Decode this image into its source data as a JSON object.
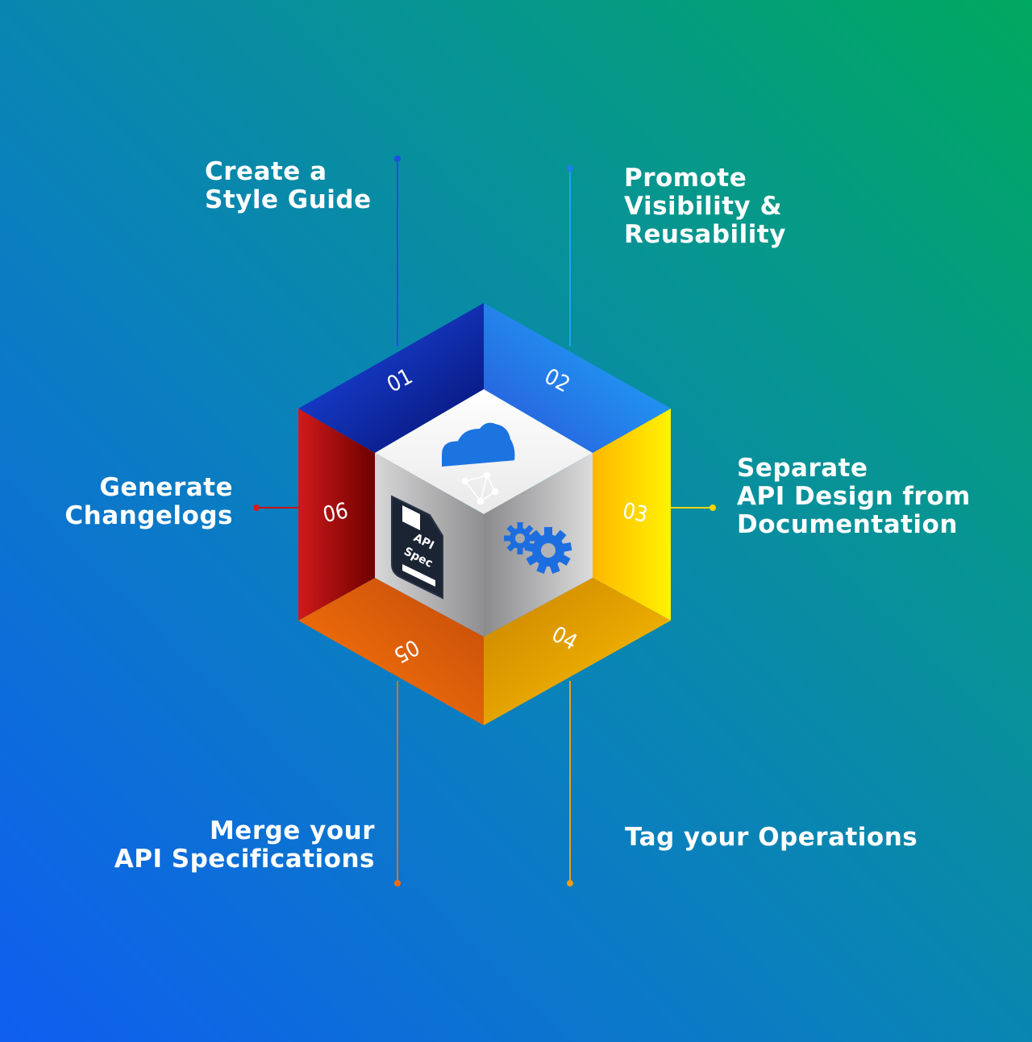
{
  "steps": [
    {
      "number": "01",
      "lines": [
        "Create a",
        "Style Guide"
      ],
      "color": "#1636d9"
    },
    {
      "number": "02",
      "lines": [
        "Promote",
        "Visibility &",
        "Reusability"
      ],
      "color": "#1aa3f7"
    },
    {
      "number": "03",
      "lines": [
        "Separate",
        "API Design from",
        "Documentation"
      ],
      "color": "#ffd400"
    },
    {
      "number": "04",
      "lines": [
        "Tag your Operations"
      ],
      "color": "#f39c0f"
    },
    {
      "number": "05",
      "lines": [
        "Merge your",
        "API Specifications"
      ],
      "color": "#f36b0c"
    },
    {
      "number": "06",
      "lines": [
        "Generate",
        "Changelogs"
      ],
      "color": "#cc1212"
    }
  ],
  "center_icons": {
    "top": "cloud-graph-icon",
    "left": "api-spec-document-icon",
    "left_text": [
      "API",
      "Spec"
    ],
    "right": "gears-icon"
  }
}
